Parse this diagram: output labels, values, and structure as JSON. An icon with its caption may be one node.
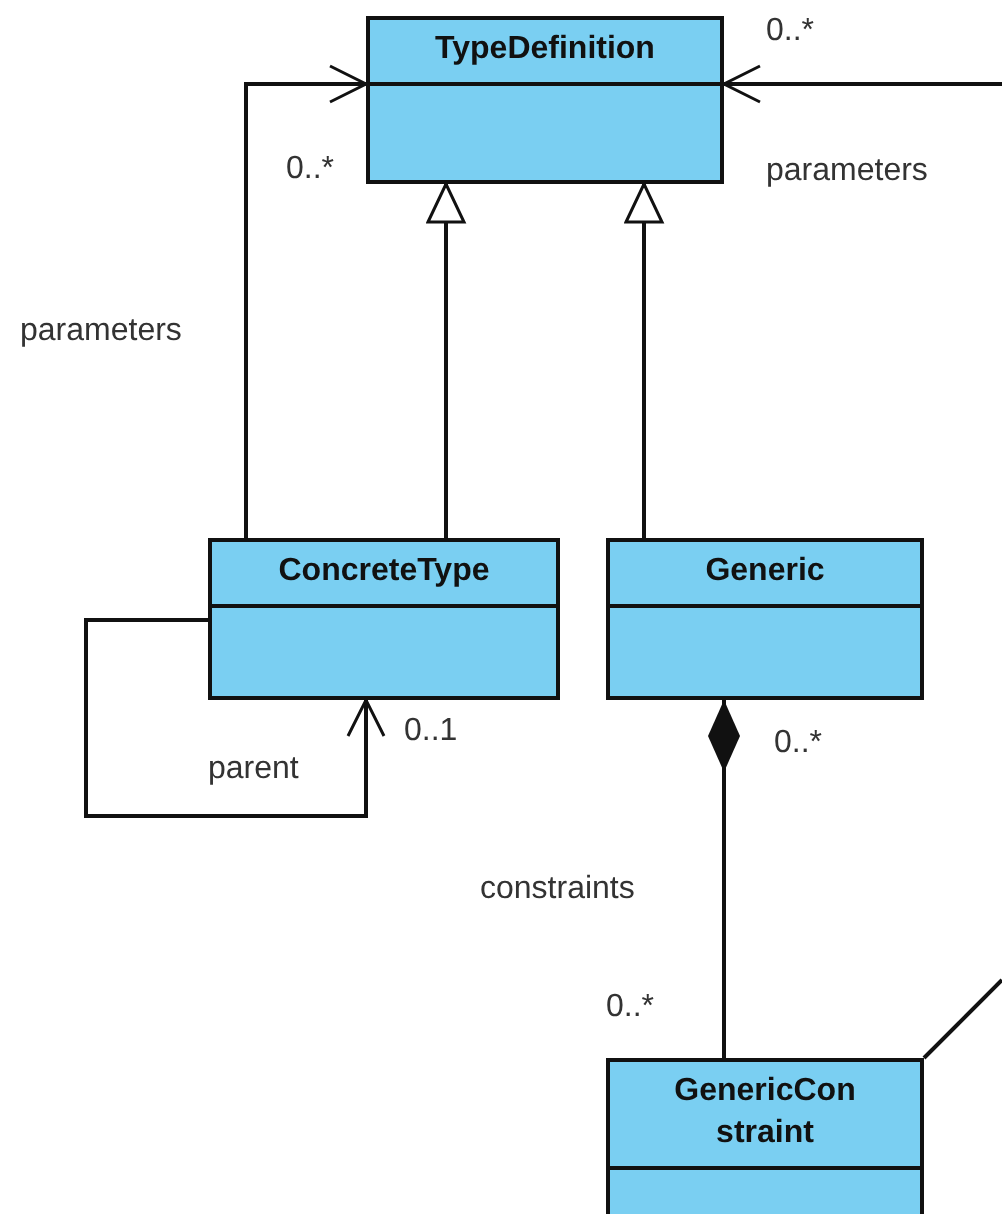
{
  "diagram": {
    "nodes": [
      {
        "text": [
          "TypeDefinition"
        ]
      },
      {
        "text": [
          "ConcreteType"
        ]
      },
      {
        "text": [
          "Generic"
        ]
      },
      {
        "text": [
          "GenericConstraint"
        ]
      }
    ],
    "edges": [
      {
        "from": 1,
        "to": 0,
        "arrow": "to"
      },
      {
        "from": 2,
        "to": 0,
        "arrow": "to"
      },
      {
        "from": 1,
        "to": 0,
        "arrow": "to",
        "label": "parameters"
      },
      {
        "from": 1,
        "to": 1,
        "arrow": "to",
        "label": "parent"
      },
      {
        "from": 2,
        "to": 3,
        "arrow": "other",
        "label": "constraints"
      },
      {
        "from": null,
        "to": 0,
        "arrow": "to",
        "label": "parameters"
      },
      {
        "from": 3,
        "to": null,
        "arrow": "none"
      }
    ],
    "labels": [
      "0..*",
      "0..*",
      "0..1",
      "0..*",
      "0..*"
    ]
  }
}
